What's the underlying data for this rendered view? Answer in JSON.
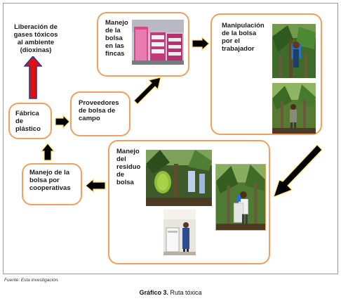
{
  "emission": {
    "text": "Liberación de\ngases tóxicos\nal ambiente\n(dioxinas)"
  },
  "nodes": {
    "fabrica": "Fábrica\nde\nplástico",
    "proveedores": "Proveedores\nde bolsa de\ncampo",
    "fincas": "Manejo\nde la\nbolsa\nen las\nfincas",
    "manipulacion": "Manipulación\nde la bolsa\npor el\ntrabajador",
    "residuo": "Manejo\ndel\nresiduo\nde\nbolsa",
    "cooperativas": "Manejo de la\nbolsa por\ncooperativas"
  },
  "source": "Fuente: Esta investigación.",
  "caption": {
    "label": "Gráfico 3.",
    "title": "Ruta tóxica"
  },
  "colors": {
    "box_border": "#f0a060",
    "red_arrow": "#e01010",
    "blue_arrow": "#2a3a9a",
    "black_arrow": "#000000",
    "arrow_outline": "#ffe070"
  }
}
